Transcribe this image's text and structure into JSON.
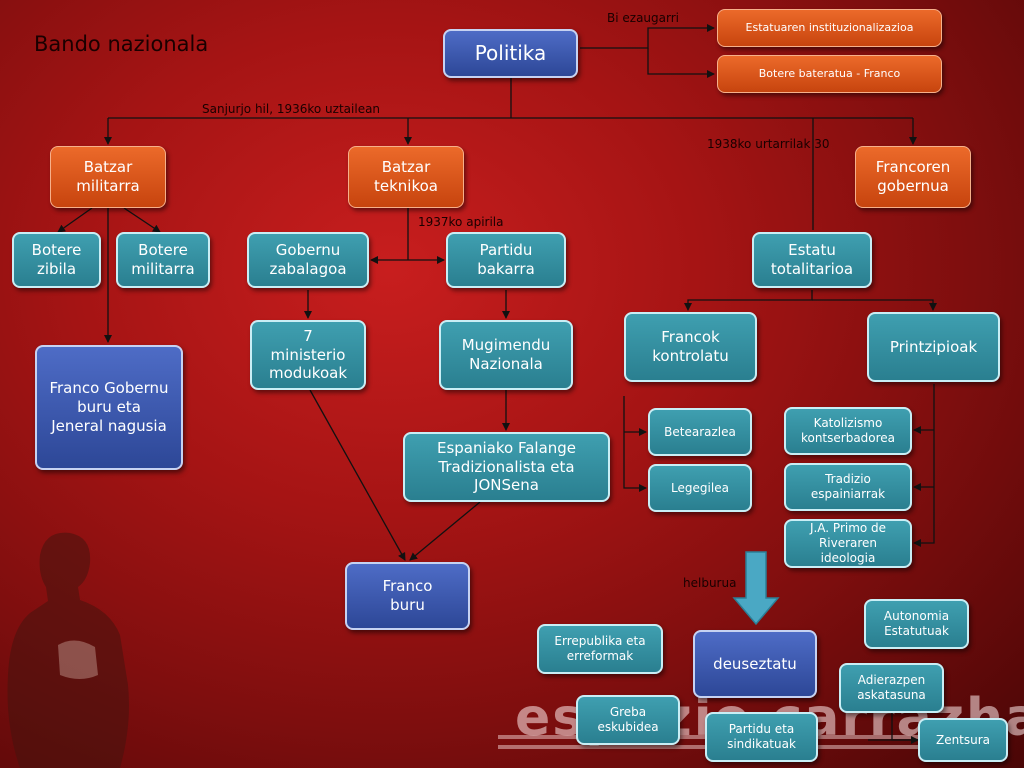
{
  "title": "Bando nazionala",
  "watermark": "espazio carrazhala",
  "labels": {
    "bi_ezaugarri": "Bi ezaugarri",
    "sanjurjo": "Sanjurjo hil, 1936ko uztailean",
    "date_1938": "1938ko urtarrilak 30",
    "date_1937": "1937ko apirila",
    "helburua": "helburua"
  },
  "nodes": {
    "politika": "Politika",
    "estatuaren": "Estatuaren instituzionalizazioa",
    "botere_bateratua": "Botere bateratua - Franco",
    "batzar_militarra": "Batzar militarra",
    "batzar_teknikoa": "Batzar teknikoa",
    "francoren_gobernua": "Francoren gobernua",
    "botere_zibila": "Botere zibila",
    "botere_militarra": "Botere militarra",
    "gobernu_zabalagoa": "Gobernu zabalagoa",
    "partidu_bakarra": "Partidu bakarra",
    "estatu_totalitarioa": "Estatu totalitarioa",
    "franco_gobernu_buru": "Franco Gobernu buru eta Jeneral nagusia",
    "ministerio": "7 ministerio modukoak",
    "mugimendu": "Mugimendu Nazionala",
    "francok_kontrolatu": "Francok kontrolatu",
    "printzipioak": "Printzipioak",
    "falange": "Espaniako Falange Tradizionalista eta JONSena",
    "betearazlea": "Betearazlea",
    "legegilea": "Legegilea",
    "katolizismo": "Katolizismo kontserbadorea",
    "tradizio": "Tradizio espainiarrak",
    "primo": "J.A. Primo de Riveraren ideologia",
    "franco_buru": "Franco buru",
    "deuseztatu": "deuseztatu",
    "errepublika": "Errepublika eta erreformak",
    "autonomia": "Autonomia Estatutuak",
    "adierazpen": "Adierazpen askatasuna",
    "greba": "Greba eskubidea",
    "partidu_sindikatuak": "Partidu eta sindikatuak",
    "zentsura": "Zentsura"
  },
  "colors": {
    "teal": "#2f8a9c",
    "orange": "#d9551a",
    "blue": "#3a57ad",
    "background": "#a51414",
    "arrow": "#4aa8c4"
  }
}
